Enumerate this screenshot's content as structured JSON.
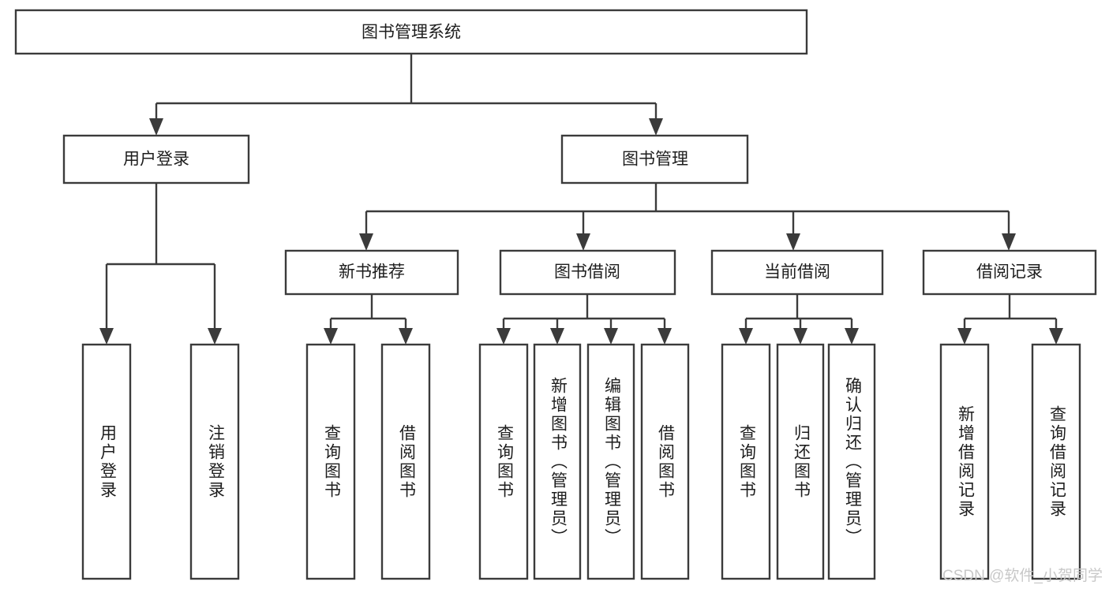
{
  "diagram": {
    "title": "图书管理系统",
    "type": "tree-hierarchy-chart",
    "orientation": "top-down",
    "colors": {
      "box_stroke": "#3b3b3b",
      "box_fill": "#ffffff",
      "connector": "#3b3b3b",
      "text": "#1d1d1d",
      "watermark": "#c8c8c8",
      "background": "#ffffff"
    },
    "root": {
      "label": "图书管理系统",
      "orientation": "horizontal"
    },
    "level2": [
      {
        "label": "用户登录",
        "orientation": "horizontal"
      },
      {
        "label": "图书管理",
        "orientation": "horizontal"
      }
    ],
    "level3": [
      {
        "label": "新书推荐",
        "orientation": "horizontal",
        "parent": "图书管理"
      },
      {
        "label": "图书借阅",
        "orientation": "horizontal",
        "parent": "图书管理"
      },
      {
        "label": "当前借阅",
        "orientation": "horizontal",
        "parent": "图书管理"
      },
      {
        "label": "借阅记录",
        "orientation": "horizontal",
        "parent": "图书管理"
      }
    ],
    "leaves": {
      "user_login": [
        {
          "label": "用户登录",
          "orientation": "vertical"
        },
        {
          "label": "注销登录",
          "orientation": "vertical"
        }
      ],
      "new_book_recommend": [
        {
          "label": "查询图书",
          "orientation": "vertical"
        },
        {
          "label": "借阅图书",
          "orientation": "vertical"
        }
      ],
      "book_borrow": [
        {
          "label": "查询图书",
          "orientation": "vertical"
        },
        {
          "label": "新增图书（管理员）",
          "orientation": "vertical"
        },
        {
          "label": "编辑图书（管理员）",
          "orientation": "vertical"
        },
        {
          "label": "借阅图书",
          "orientation": "vertical"
        }
      ],
      "current_borrow": [
        {
          "label": "查询图书",
          "orientation": "vertical"
        },
        {
          "label": "归还图书",
          "orientation": "vertical"
        },
        {
          "label": "确认归还（管理员）",
          "orientation": "vertical"
        }
      ],
      "borrow_record": [
        {
          "label": "新增借阅记录",
          "orientation": "vertical"
        },
        {
          "label": "查询借阅记录",
          "orientation": "vertical"
        }
      ]
    }
  },
  "watermark": {
    "text": "CSDN @软件_小贺同学"
  }
}
